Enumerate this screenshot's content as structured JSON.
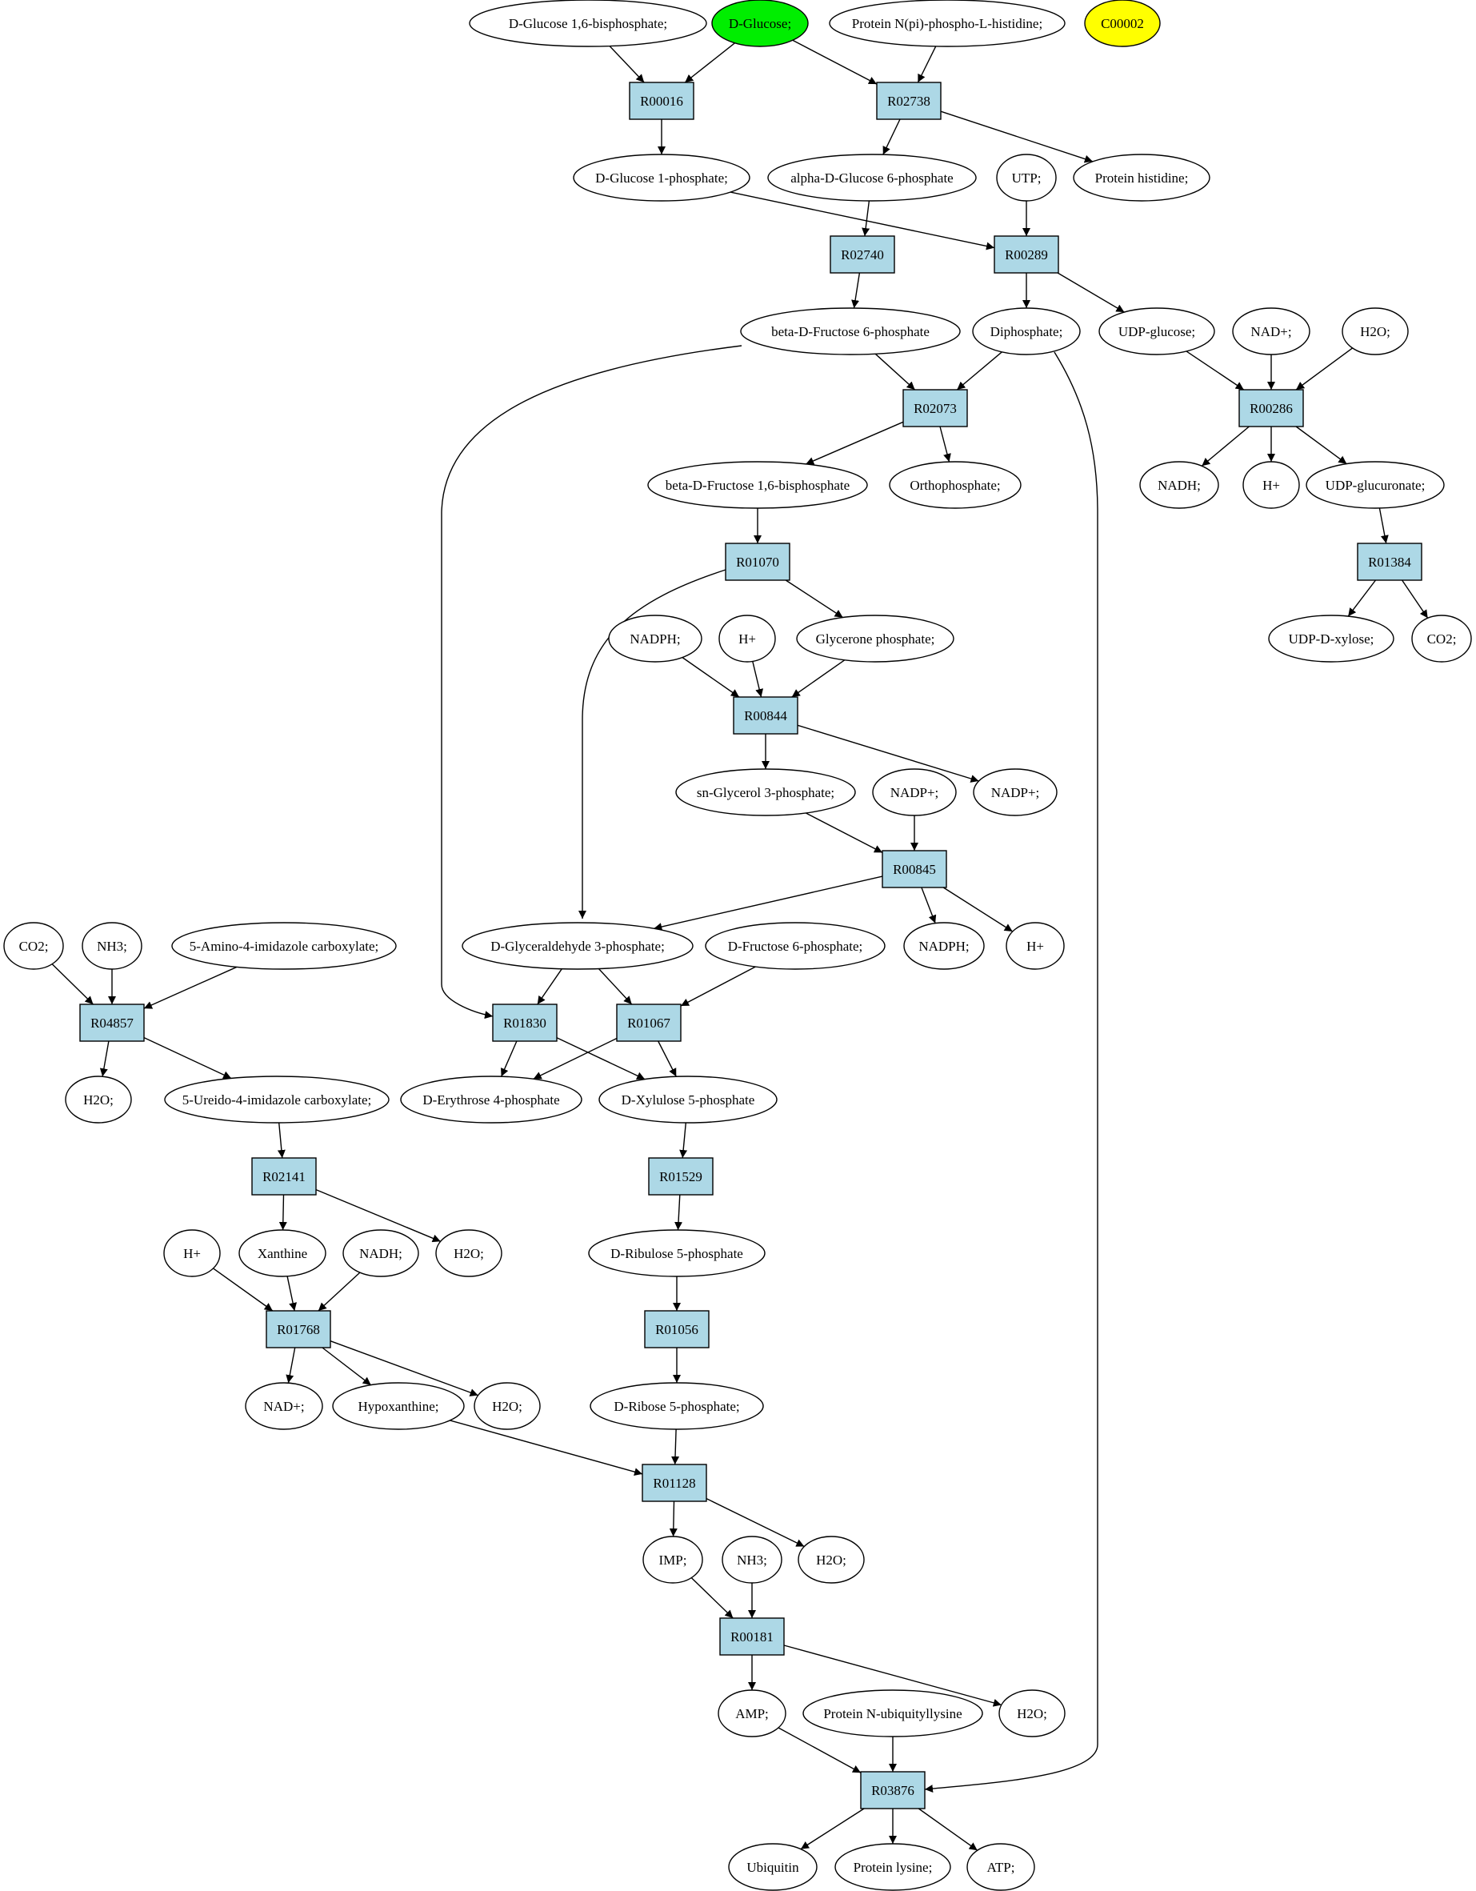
{
  "colors": {
    "reaction": "#add8e6",
    "compound": "#ffffff",
    "highlight_green": "#00ee00",
    "highlight_yellow": "#ffff00",
    "line": "#000000"
  },
  "nodes": {
    "c_g16bp": {
      "label": "D-Glucose 1,6-bisphosphate;",
      "kind": "compound"
    },
    "c_glc": {
      "label": "D-Glucose;",
      "kind": "compound",
      "fill": "highlight_green"
    },
    "c_pnph": {
      "label": "Protein N(pi)-phospho-L-histidine;",
      "kind": "compound"
    },
    "c_c00002": {
      "label": "C00002",
      "kind": "compound",
      "fill": "highlight_yellow"
    },
    "r_R00016": {
      "label": "R00016",
      "kind": "reaction"
    },
    "r_R02738": {
      "label": "R02738",
      "kind": "reaction"
    },
    "c_g1p": {
      "label": "D-Glucose 1-phosphate;",
      "kind": "compound"
    },
    "c_ag6p": {
      "label": "alpha-D-Glucose 6-phosphate",
      "kind": "compound"
    },
    "c_utp": {
      "label": "UTP;",
      "kind": "compound"
    },
    "c_phis": {
      "label": "Protein histidine;",
      "kind": "compound"
    },
    "r_R02740": {
      "label": "R02740",
      "kind": "reaction"
    },
    "r_R00289": {
      "label": "R00289",
      "kind": "reaction"
    },
    "c_bf6p": {
      "label": "beta-D-Fructose 6-phosphate",
      "kind": "compound"
    },
    "c_diph": {
      "label": "Diphosphate;",
      "kind": "compound"
    },
    "c_udpglc": {
      "label": "UDP-glucose;",
      "kind": "compound"
    },
    "c_nad1": {
      "label": "NAD+;",
      "kind": "compound"
    },
    "c_h2o1": {
      "label": "H2O;",
      "kind": "compound"
    },
    "r_R02073": {
      "label": "R02073",
      "kind": "reaction"
    },
    "r_R00286": {
      "label": "R00286",
      "kind": "reaction"
    },
    "c_bf16bp": {
      "label": "beta-D-Fructose 1,6-bisphosphate",
      "kind": "compound"
    },
    "c_ortho": {
      "label": "Orthophosphate;",
      "kind": "compound"
    },
    "c_nadh1": {
      "label": "NADH;",
      "kind": "compound"
    },
    "c_h1": {
      "label": "H+",
      "kind": "compound"
    },
    "c_udpgluc": {
      "label": "UDP-glucuronate;",
      "kind": "compound"
    },
    "r_R01070": {
      "label": "R01070",
      "kind": "reaction"
    },
    "r_R01384": {
      "label": "R01384",
      "kind": "reaction"
    },
    "c_nadph1": {
      "label": "NADPH;",
      "kind": "compound"
    },
    "c_h2": {
      "label": "H+",
      "kind": "compound"
    },
    "c_gly3p": {
      "label": "Glycerone phosphate;",
      "kind": "compound"
    },
    "c_udpxyl": {
      "label": "UDP-D-xylose;",
      "kind": "compound"
    },
    "c_co2b": {
      "label": "CO2;",
      "kind": "compound"
    },
    "r_R00844": {
      "label": "R00844",
      "kind": "reaction"
    },
    "c_sng3p": {
      "label": "sn-Glycerol 3-phosphate;",
      "kind": "compound"
    },
    "c_nadp1": {
      "label": "NADP+;",
      "kind": "compound"
    },
    "c_nadp2": {
      "label": "NADP+;",
      "kind": "compound"
    },
    "r_R00845": {
      "label": "R00845",
      "kind": "reaction"
    },
    "c_co2a": {
      "label": "CO2;",
      "kind": "compound"
    },
    "c_nh3a": {
      "label": "NH3;",
      "kind": "compound"
    },
    "c_aica": {
      "label": "5-Amino-4-imidazole carboxylate;",
      "kind": "compound"
    },
    "c_ga3p": {
      "label": "D-Glyceraldehyde 3-phosphate;",
      "kind": "compound"
    },
    "c_f6p": {
      "label": "D-Fructose 6-phosphate;",
      "kind": "compound"
    },
    "c_nadph2": {
      "label": "NADPH;",
      "kind": "compound"
    },
    "c_h3": {
      "label": "H+",
      "kind": "compound"
    },
    "r_R04857": {
      "label": "R04857",
      "kind": "reaction"
    },
    "r_R01830": {
      "label": "R01830",
      "kind": "reaction"
    },
    "r_R01067": {
      "label": "R01067",
      "kind": "reaction"
    },
    "c_h2o2": {
      "label": "H2O;",
      "kind": "compound"
    },
    "c_uica": {
      "label": "5-Ureido-4-imidazole carboxylate;",
      "kind": "compound"
    },
    "c_e4p": {
      "label": "D-Erythrose 4-phosphate",
      "kind": "compound"
    },
    "c_x5p": {
      "label": "D-Xylulose 5-phosphate",
      "kind": "compound"
    },
    "r_R02141": {
      "label": "R02141",
      "kind": "reaction"
    },
    "r_R01529": {
      "label": "R01529",
      "kind": "reaction"
    },
    "c_h4": {
      "label": "H+",
      "kind": "compound"
    },
    "c_xan": {
      "label": "Xanthine",
      "kind": "compound"
    },
    "c_nadh2": {
      "label": "NADH;",
      "kind": "compound"
    },
    "c_h2o3": {
      "label": "H2O;",
      "kind": "compound"
    },
    "c_ru5p": {
      "label": "D-Ribulose 5-phosphate",
      "kind": "compound"
    },
    "r_R01768": {
      "label": "R01768",
      "kind": "reaction"
    },
    "r_R01056": {
      "label": "R01056",
      "kind": "reaction"
    },
    "c_nad2": {
      "label": "NAD+;",
      "kind": "compound"
    },
    "c_hyp": {
      "label": "Hypoxanthine;",
      "kind": "compound"
    },
    "c_h2o4": {
      "label": "H2O;",
      "kind": "compound"
    },
    "c_r5p": {
      "label": "D-Ribose 5-phosphate;",
      "kind": "compound"
    },
    "r_R01128": {
      "label": "R01128",
      "kind": "reaction"
    },
    "c_imp": {
      "label": "IMP;",
      "kind": "compound"
    },
    "c_nh3b": {
      "label": "NH3;",
      "kind": "compound"
    },
    "c_h2o5": {
      "label": "H2O;",
      "kind": "compound"
    },
    "r_R00181": {
      "label": "R00181",
      "kind": "reaction"
    },
    "c_amp": {
      "label": "AMP;",
      "kind": "compound"
    },
    "c_pnub": {
      "label": "Protein N-ubiquityllysine",
      "kind": "compound"
    },
    "c_h2o6": {
      "label": "H2O;",
      "kind": "compound"
    },
    "r_R03876": {
      "label": "R03876",
      "kind": "reaction"
    },
    "c_ubq": {
      "label": "Ubiquitin",
      "kind": "compound"
    },
    "c_plys": {
      "label": "Protein lysine;",
      "kind": "compound"
    },
    "c_atp": {
      "label": "ATP;",
      "kind": "compound"
    }
  },
  "edges": [
    [
      "c_g16bp",
      "r_R00016"
    ],
    [
      "c_glc",
      "r_R00016"
    ],
    [
      "r_R00016",
      "c_g1p"
    ],
    [
      "c_glc",
      "r_R02738"
    ],
    [
      "c_pnph",
      "r_R02738"
    ],
    [
      "r_R02738",
      "c_ag6p"
    ],
    [
      "r_R02738",
      "c_phis"
    ],
    [
      "c_ag6p",
      "r_R02740"
    ],
    [
      "r_R02740",
      "c_bf6p"
    ],
    [
      "c_g1p",
      "r_R00289"
    ],
    [
      "c_utp",
      "r_R00289"
    ],
    [
      "r_R00289",
      "c_diph"
    ],
    [
      "r_R00289",
      "c_udpglc"
    ],
    [
      "c_bf6p",
      "r_R02073"
    ],
    [
      "c_diph",
      "r_R02073"
    ],
    [
      "r_R02073",
      "c_bf16bp"
    ],
    [
      "r_R02073",
      "c_ortho"
    ],
    [
      "c_udpglc",
      "r_R00286"
    ],
    [
      "c_nad1",
      "r_R00286"
    ],
    [
      "c_h2o1",
      "r_R00286"
    ],
    [
      "r_R00286",
      "c_nadh1"
    ],
    [
      "r_R00286",
      "c_h1"
    ],
    [
      "r_R00286",
      "c_udpgluc"
    ],
    [
      "c_udpgluc",
      "r_R01384"
    ],
    [
      "r_R01384",
      "c_udpxyl"
    ],
    [
      "r_R01384",
      "c_co2b"
    ],
    [
      "c_bf16bp",
      "r_R01070"
    ],
    [
      "r_R01070",
      "c_gly3p"
    ],
    [
      "r_R01070",
      "c_ga3p"
    ],
    [
      "c_nadph1",
      "r_R00844"
    ],
    [
      "c_h2",
      "r_R00844"
    ],
    [
      "c_gly3p",
      "r_R00844"
    ],
    [
      "r_R00844",
      "c_sng3p"
    ],
    [
      "r_R00844",
      "c_nadp2"
    ],
    [
      "c_sng3p",
      "r_R00845"
    ],
    [
      "c_nadp1",
      "r_R00845"
    ],
    [
      "r_R00845",
      "c_ga3p"
    ],
    [
      "r_R00845",
      "c_nadph2"
    ],
    [
      "r_R00845",
      "c_h3"
    ],
    [
      "c_co2a",
      "r_R04857"
    ],
    [
      "c_nh3a",
      "r_R04857"
    ],
    [
      "c_aica",
      "r_R04857"
    ],
    [
      "r_R04857",
      "c_h2o2"
    ],
    [
      "r_R04857",
      "c_uica"
    ],
    [
      "c_bf6p",
      "r_R01830"
    ],
    [
      "c_ga3p",
      "r_R01830"
    ],
    [
      "r_R01830",
      "c_e4p"
    ],
    [
      "r_R01830",
      "c_x5p"
    ],
    [
      "c_ga3p",
      "r_R01067"
    ],
    [
      "c_f6p",
      "r_R01067"
    ],
    [
      "r_R01067",
      "c_e4p"
    ],
    [
      "r_R01067",
      "c_x5p"
    ],
    [
      "c_uica",
      "r_R02141"
    ],
    [
      "r_R02141",
      "c_xan"
    ],
    [
      "r_R02141",
      "c_h2o3"
    ],
    [
      "c_x5p",
      "r_R01529"
    ],
    [
      "r_R01529",
      "c_ru5p"
    ],
    [
      "c_h4",
      "r_R01768"
    ],
    [
      "c_xan",
      "r_R01768"
    ],
    [
      "c_nadh2",
      "r_R01768"
    ],
    [
      "r_R01768",
      "c_nad2"
    ],
    [
      "r_R01768",
      "c_hyp"
    ],
    [
      "r_R01768",
      "c_h2o4"
    ],
    [
      "c_ru5p",
      "r_R01056"
    ],
    [
      "r_R01056",
      "c_r5p"
    ],
    [
      "c_r5p",
      "r_R01128"
    ],
    [
      "c_hyp",
      "r_R01128"
    ],
    [
      "r_R01128",
      "c_imp"
    ],
    [
      "r_R01128",
      "c_h2o5"
    ],
    [
      "c_imp",
      "r_R00181"
    ],
    [
      "c_nh3b",
      "r_R00181"
    ],
    [
      "r_R00181",
      "c_amp"
    ],
    [
      "r_R00181",
      "c_h2o6"
    ],
    [
      "c_amp",
      "r_R03876"
    ],
    [
      "c_pnub",
      "r_R03876"
    ],
    [
      "c_diph",
      "r_R03876"
    ],
    [
      "r_R03876",
      "c_ubq"
    ],
    [
      "r_R03876",
      "c_plys"
    ],
    [
      "r_R03876",
      "c_atp"
    ]
  ]
}
